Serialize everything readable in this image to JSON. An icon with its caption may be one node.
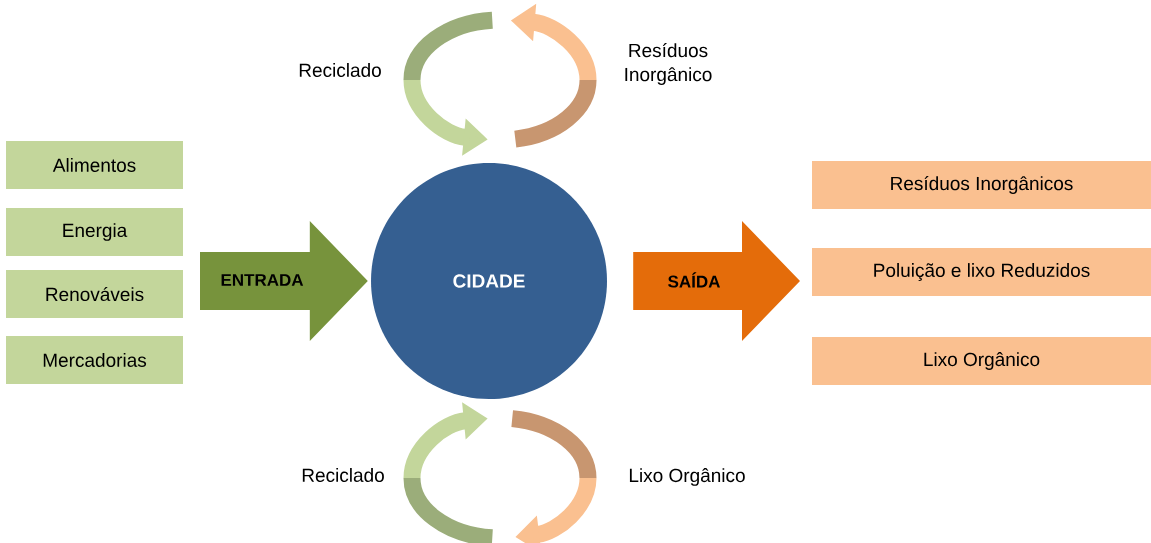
{
  "diagram": {
    "nodes": [
      {
        "text": [
          "Alimentos"
        ]
      },
      {
        "text": [
          "Energia"
        ]
      },
      {
        "text": [
          "Renováveis"
        ]
      },
      {
        "text": [
          "Mercadorias"
        ]
      },
      {
        "text": [
          "CIDADE"
        ]
      },
      {
        "text": [
          "Resíduos Inorgânicos"
        ]
      },
      {
        "text": [
          "Poluição e lixo Reduzidos"
        ]
      },
      {
        "text": [
          "Lixo Orgânico"
        ]
      }
    ],
    "edges": [
      {
        "from": null,
        "to": 4,
        "arrow": "to",
        "label": "ENTRADA",
        "color": "#77933c"
      },
      {
        "from": 4,
        "to": null,
        "arrow": "to",
        "label": "SAÍDA",
        "color": "#e46c0a"
      }
    ],
    "labels": [
      "Reciclado",
      "Resíduos Inorgânico",
      "Reciclado",
      "Lixo Orgânico"
    ]
  }
}
